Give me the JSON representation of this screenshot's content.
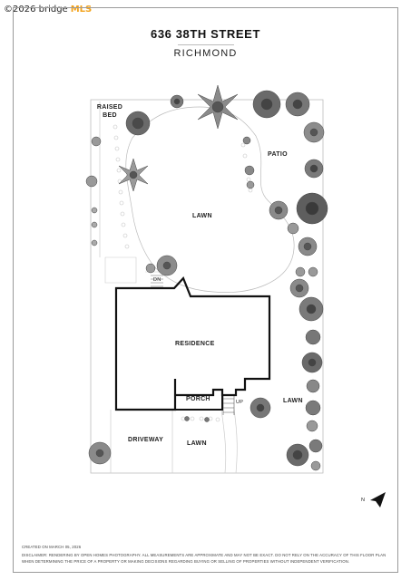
{
  "watermark": {
    "copyright": "©2026 bridge",
    "brand_suffix": "MLS"
  },
  "header": {
    "address": "636 38TH STREET",
    "city": "RICHMOND"
  },
  "labels": {
    "raised_bed": "RAISED BED",
    "patio": "PATIO",
    "lawn_back": "LAWN",
    "dn": "DN",
    "residence": "RESIDENCE",
    "porch": "PORCH",
    "up": "UP",
    "lawn_side": "LAWN",
    "driveway": "DRIVEWAY",
    "lawn_front": "LAWN"
  },
  "compass": {
    "label": "N"
  },
  "footer": {
    "created": "CREATED ON MARCH 05, 2026",
    "disclaimer_1": "DISCLAIMER: RENDERING BY OPEN HOMES PHOTOGRAPHY. ALL MEASUREMENTS ARE APPROXIMATE AND MAY NOT BE EXACT. DO NOT RELY ON THE ACCURACY OF THIS FLOOR PLAN",
    "disclaimer_2": "WHEN DETERMINING THE PRICE OF A PROPERTY OR MAKING DECISIONS REGARDING BUYING OR SELLING OF PROPERTIES WITHOUT INDEPENDENT VERIFICATION."
  }
}
